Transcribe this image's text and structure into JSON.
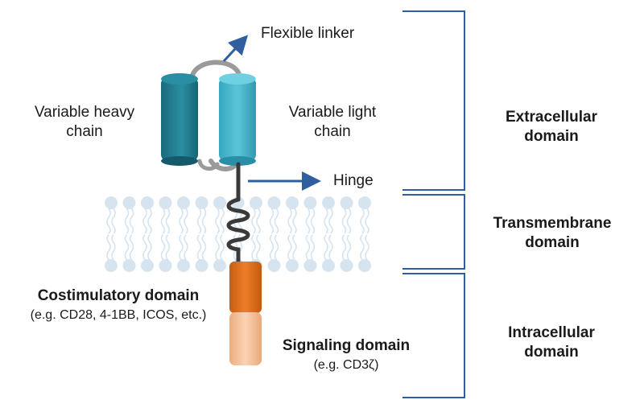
{
  "labels": {
    "flexible_linker": "Flexible linker",
    "variable_heavy_chain": [
      "Variable heavy",
      "chain"
    ],
    "variable_light_chain": [
      "Variable light",
      "chain"
    ],
    "hinge": "Hinge",
    "costimulatory_domain": "Costimulatory domain",
    "costimulatory_examples": "(e.g. CD28, 4-1BB, ICOS, etc.)",
    "signaling_domain": "Signaling domain",
    "signaling_example": "(e.g. CD3ζ)"
  },
  "regions": {
    "extracellular": [
      "Extracellular",
      "domain"
    ],
    "transmembrane": [
      "Transmembrane",
      "domain"
    ],
    "intracellular": [
      "Intracellular",
      "domain"
    ]
  },
  "colors": {
    "heavy_chain": "#1f7b8e",
    "light_chain": "#3fb0c8",
    "linker": "#9a9a9a",
    "costimulatory": "#e07020",
    "signaling": "#f4c09a",
    "membrane": "#d6e4f0",
    "bracket": "#2f5f9e",
    "arrow": "#2f5f9e",
    "stalk": "#3a3a3a"
  }
}
